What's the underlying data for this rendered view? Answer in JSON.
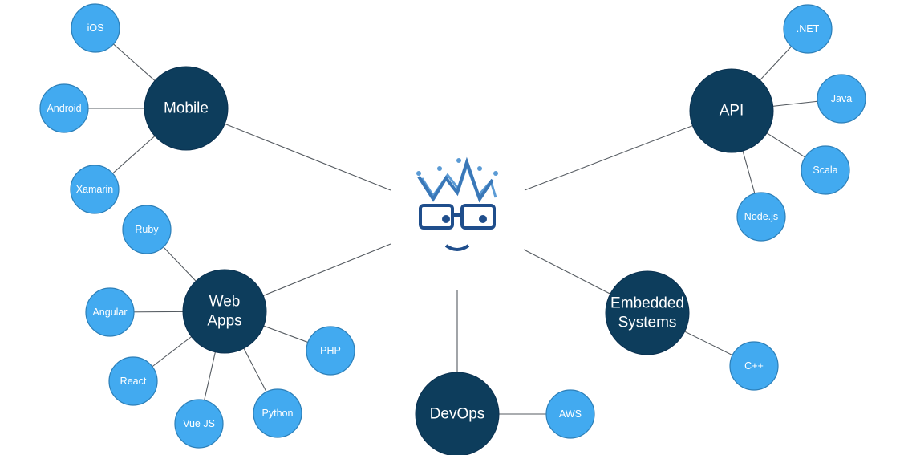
{
  "colors": {
    "hub": "#0d3d5c",
    "leaf": "#42aaf0",
    "edge": "#555b61",
    "logo": "#3a78b8"
  },
  "center": {
    "icon": "crowned-smiling-face-with-glasses-logo"
  },
  "hubs": [
    {
      "id": "mobile",
      "label_lines": [
        "Mobile"
      ],
      "leaves": [
        {
          "label": "iOS"
        },
        {
          "label": "Android"
        },
        {
          "label": "Xamarin"
        }
      ]
    },
    {
      "id": "web-apps",
      "label_lines": [
        "Web",
        "Apps"
      ],
      "leaves": [
        {
          "label": "Ruby"
        },
        {
          "label": "Angular"
        },
        {
          "label": "React"
        },
        {
          "label": "Vue JS"
        },
        {
          "label": "Python"
        },
        {
          "label": "PHP"
        }
      ]
    },
    {
      "id": "devops",
      "label_lines": [
        "DevOps"
      ],
      "leaves": [
        {
          "label": "AWS"
        }
      ]
    },
    {
      "id": "embedded-systems",
      "label_lines": [
        "Embedded",
        "Systems"
      ],
      "leaves": [
        {
          "label": "C++"
        }
      ]
    },
    {
      "id": "api",
      "label_lines": [
        "API"
      ],
      "leaves": [
        {
          "label": ".NET"
        },
        {
          "label": "Java"
        },
        {
          "label": "Scala"
        },
        {
          "label": "Node.js"
        }
      ]
    }
  ]
}
